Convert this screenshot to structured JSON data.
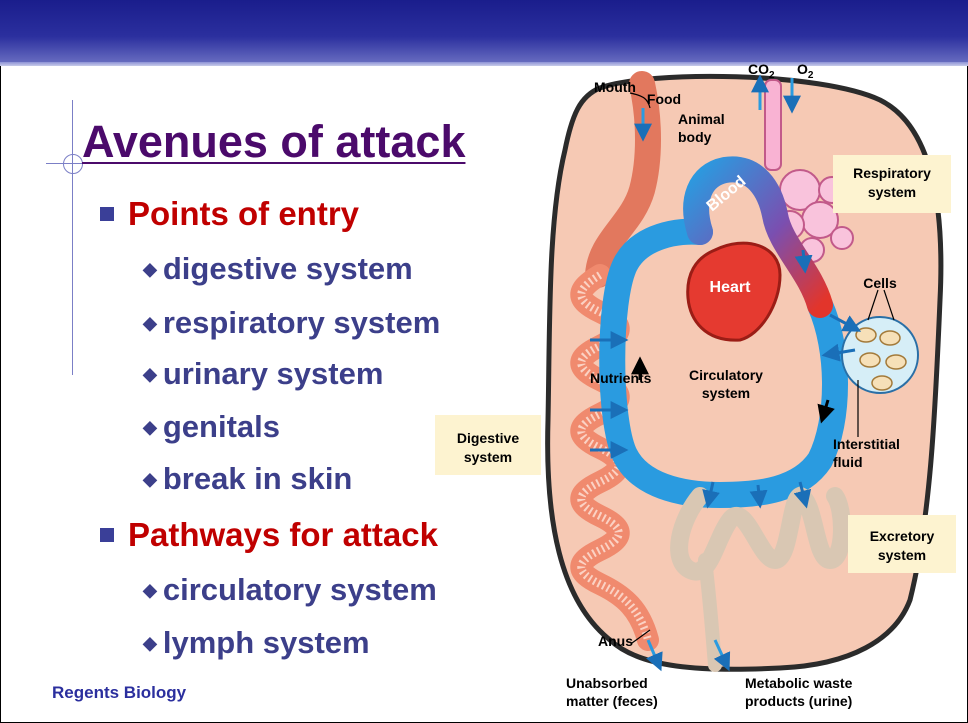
{
  "slide": {
    "title": "Avenues of attack",
    "sections": [
      {
        "label": "Points of entry",
        "items": [
          "digestive system",
          "respiratory system",
          "urinary system",
          "genitals",
          "break in skin"
        ]
      },
      {
        "label": "Pathways for attack",
        "items": [
          "circulatory system",
          "lymph system"
        ]
      }
    ],
    "footer": "Regents Biology"
  },
  "diagram": {
    "food": "Food",
    "mouth": "Mouth",
    "co2": "CO",
    "co2_sub": "2",
    "o2": "O",
    "o2_sub": "2",
    "animal_body": [
      "Animal",
      "body"
    ],
    "respiratory_system": [
      "Respiratory",
      "system"
    ],
    "blood": "Blood",
    "heart": "Heart",
    "cells": "Cells",
    "nutrients": "Nutrients",
    "circulatory_system": [
      "Circulatory",
      "system"
    ],
    "digestive_system": [
      "Digestive",
      "system"
    ],
    "interstitial_fluid": [
      "Interstitial",
      "fluid"
    ],
    "excretory_system": [
      "Excretory",
      "system"
    ],
    "anus": "Anus",
    "unabsorbed": [
      "Unabsorbed",
      "matter (feces)"
    ],
    "metabolic_waste": [
      "Metabolic waste",
      "products (urine)"
    ]
  },
  "colors": {
    "title": "#4b0a6b",
    "level1": "#c00000",
    "level2": "#3c3f8a",
    "blood": "#2a9be0",
    "body": "#f6c9b4",
    "callout_bg": "#fdf3d0"
  }
}
